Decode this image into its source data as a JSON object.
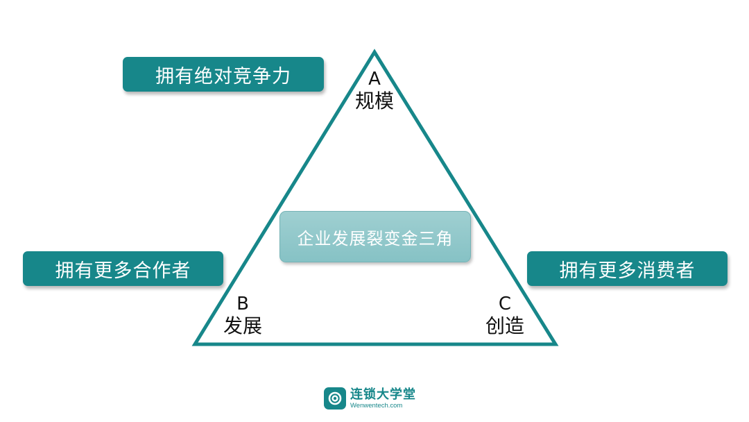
{
  "diagram": {
    "pills": {
      "top": "拥有绝对竞争力",
      "left": "拥有更多合作者",
      "right": "拥有更多消费者"
    },
    "center": "企业发展裂变金三角",
    "vertices": {
      "a": {
        "letter": "A",
        "word": "规模"
      },
      "b": {
        "letter": "B",
        "word": "发展"
      },
      "c": {
        "letter": "C",
        "word": "创造"
      }
    },
    "colors": {
      "teal": "#17878a",
      "center_fill": "#8cc6c9"
    }
  },
  "footer": {
    "brand": "连锁大学堂",
    "url": "Wenwentech.com",
    "icon": "logo-icon"
  }
}
